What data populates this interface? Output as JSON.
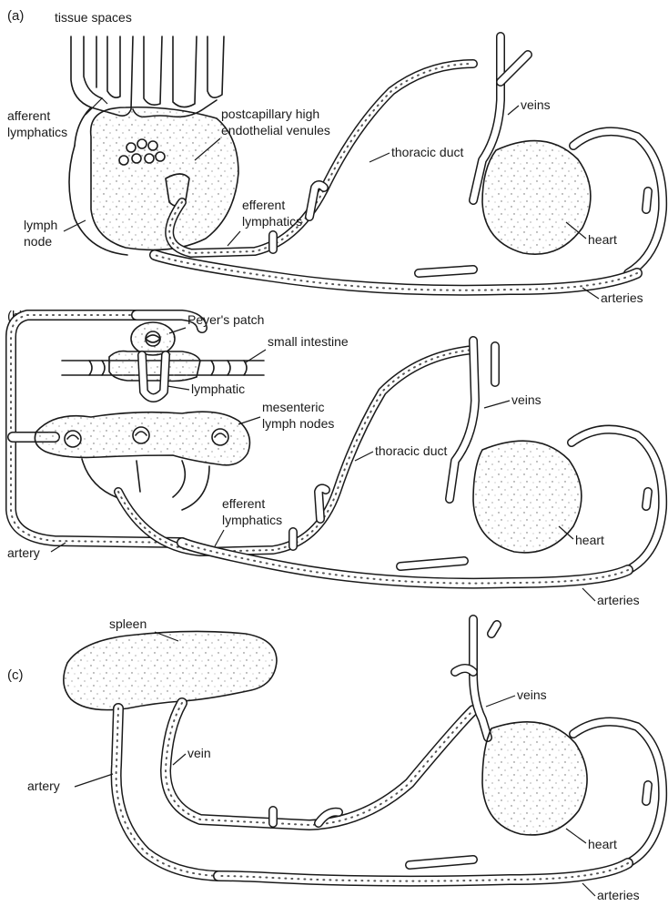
{
  "panels": {
    "a": {
      "label": "(a)",
      "tissue_spaces": "tissue spaces",
      "afferent_1": "afferent",
      "afferent_2": "lymphatics",
      "postcap_1": "postcapillary high",
      "postcap_2": "endothelial venules",
      "thoracic_duct": "thoracic duct",
      "veins": "veins",
      "efferent_1": "efferent",
      "efferent_2": "lymphatics",
      "lymph_1": "lymph",
      "lymph_2": "node",
      "heart": "heart",
      "arteries": "arteries"
    },
    "b": {
      "label": "(b)",
      "peyers_patch": "Peyer's patch",
      "small_intestine": "small intestine",
      "lymphatic": "lymphatic",
      "mesenteric_1": "mesenteric",
      "mesenteric_2": "lymph nodes",
      "veins": "veins",
      "thoracic_duct": "thoracic duct",
      "efferent_1": "efferent",
      "efferent_2": "lymphatics",
      "heart": "heart",
      "artery": "artery",
      "arteries": "arteries"
    },
    "c": {
      "label": "(c)",
      "spleen": "spleen",
      "veins": "veins",
      "vein": "vein",
      "artery": "artery",
      "heart": "heart",
      "arteries": "arteries"
    }
  }
}
